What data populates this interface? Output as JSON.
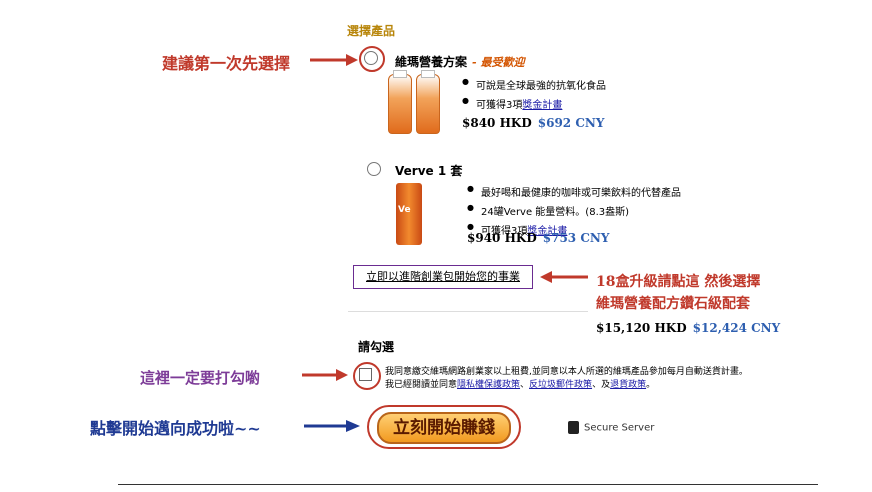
{
  "section_title": "選擇產品",
  "annotations": {
    "choose_first": "建議第一次先選擇",
    "upgrade": [
      "18盒升級請點這 然後選擇",
      "維瑪營養配方鑽石級配套"
    ],
    "must_tick": "這裡一定要打勾喲",
    "click_start": "點擊開始邁向成功啦~~"
  },
  "options": [
    {
      "title": "維瑪營養方案",
      "tag": "- 最受歡迎",
      "bullets": [
        {
          "text": "可說是全球最強的抗氧化食品",
          "link": ""
        },
        {
          "text": "可獲得3項",
          "link": "獎金計畫"
        }
      ],
      "price_hkd": "$840 HKD",
      "price_cny": "$692 CNY"
    },
    {
      "title": "Verve 1 套",
      "tag": "",
      "bullets": [
        {
          "text": "最好喝和最健康的咖啡或可樂飲料的代替產品",
          "link": ""
        },
        {
          "text": "24罐Verve 能量營料。(8.3盎斯)",
          "link": ""
        },
        {
          "text": "可獲得3項",
          "link": "獎金計畫"
        }
      ],
      "price_hkd": "$940 HKD",
      "price_cny": "$753 CNY"
    }
  ],
  "upgrade_link": "立即以進階創業包開始您的事業",
  "upgrade_price_hkd": "$15,120 HKD",
  "upgrade_price_cny": "$12,424 CNY",
  "agree": {
    "heading": "請勾選",
    "line1": "我同意繳交維瑪網路創業家以上租費,並同意以本人所選的維瑪產品參加每月自動送貨計畫。",
    "line2_prefix": "我已經閱讀並同意",
    "privacy_link": "隱私權保護政策",
    "sep1": "、",
    "spam_link": "反垃圾郵件政策",
    "sep2": "、及",
    "return_link": "退貨政策",
    "end": "。"
  },
  "start_button": "立刻開始賺錢",
  "secure_label": "Secure Server",
  "colors": {
    "annotation_red": "#c0392b",
    "annotation_purple": "#7d3c98",
    "annotation_blue": "#1f3a93",
    "cny_blue": "#2e5fb0"
  }
}
